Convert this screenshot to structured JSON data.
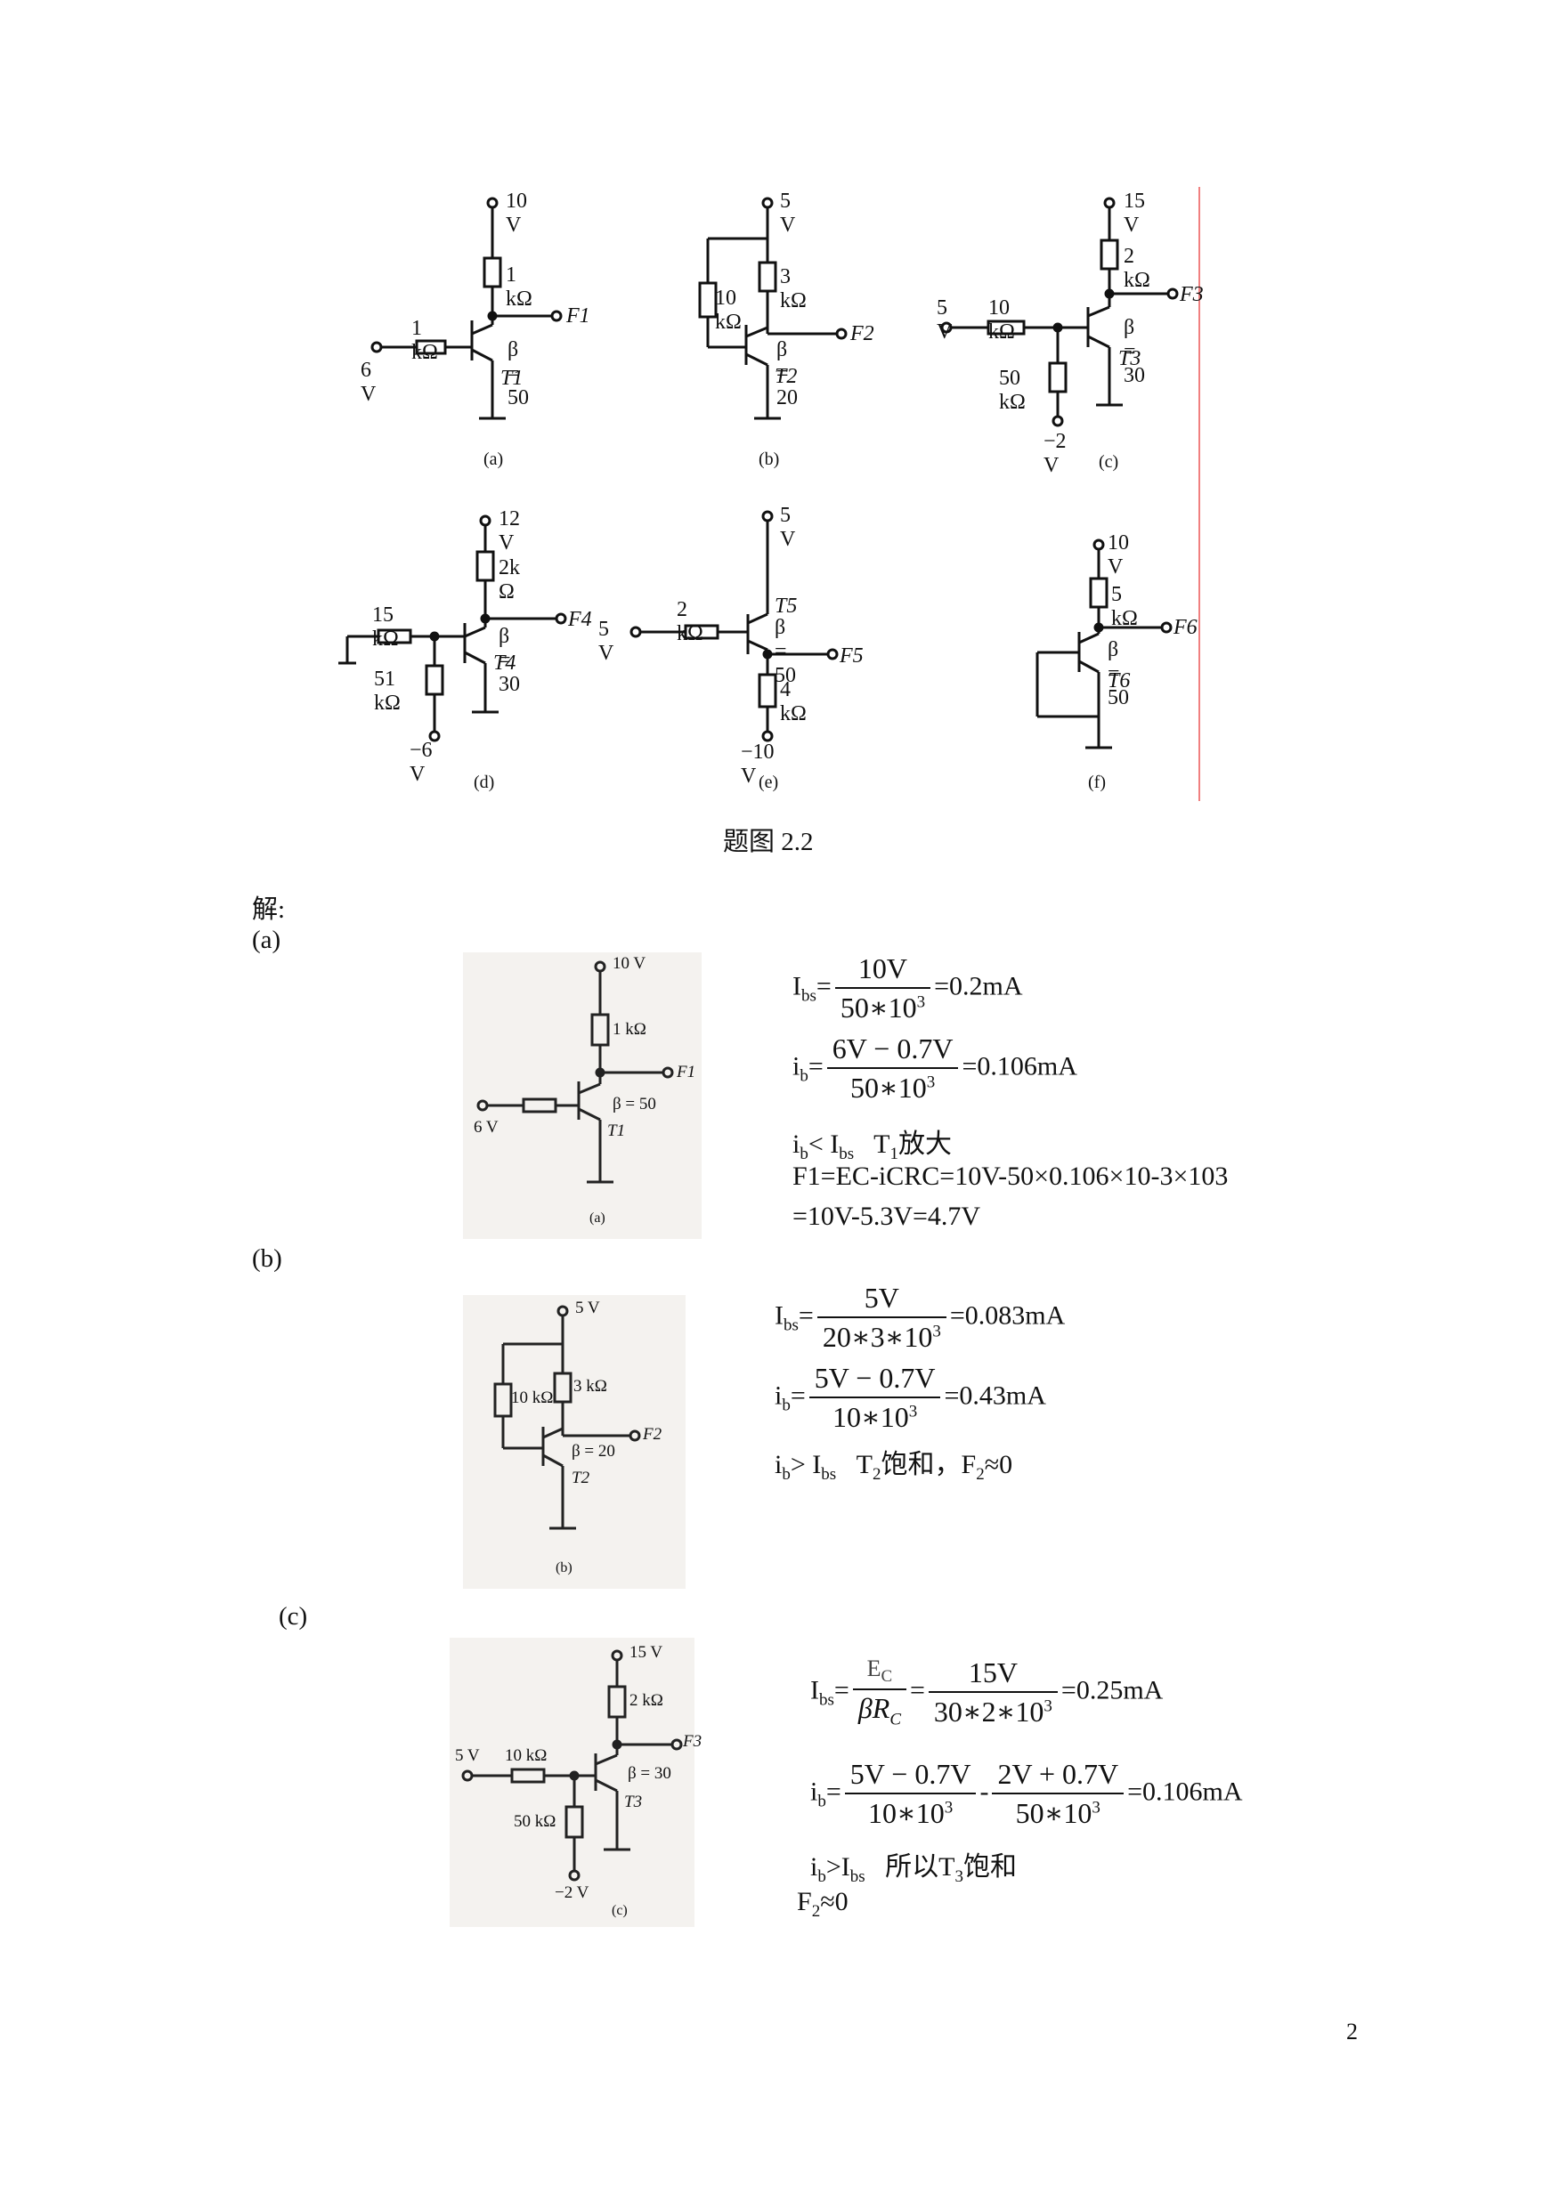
{
  "figure_title": "题图 2.2",
  "solution_label": "解:",
  "page_number": "2",
  "circuits": {
    "a": {
      "label": "(a)",
      "vcc": "10 V",
      "rc": "1 kΩ",
      "rb": "1 kΩ",
      "vin": "6 V",
      "beta": "β = 50",
      "transistor": "T1",
      "out": "F1"
    },
    "b": {
      "label": "(b)",
      "vcc": "5 V",
      "rc": "3 kΩ",
      "rb": "10 kΩ",
      "beta": "β = 20",
      "transistor": "T2",
      "out": "F2"
    },
    "c": {
      "label": "(c)",
      "vcc": "15 V",
      "rc": "2 kΩ",
      "rb": "10 kΩ",
      "vin": "5 V",
      "r2": "50 kΩ",
      "vneg": "−2 V",
      "beta": "β = 30",
      "transistor": "T3",
      "out": "F3"
    },
    "d": {
      "label": "(d)",
      "vcc": "12 V",
      "rc": "2k Ω",
      "rb": "15 kΩ",
      "r2": "51 kΩ",
      "vneg": "−6 V",
      "beta": "β = 30",
      "transistor": "T4",
      "out": "F4"
    },
    "e": {
      "label": "(e)",
      "vcc": "5 V",
      "rb": "2 kΩ",
      "vin": "5 V",
      "re": "4 kΩ",
      "vneg": "−10 V",
      "beta": "β = 50",
      "transistor": "T5",
      "out": "F5"
    },
    "f": {
      "label": "(f)",
      "vcc": "10 V",
      "rc": "5 kΩ",
      "beta": "β = 50",
      "transistor": "T6",
      "out": "F6"
    }
  },
  "parts": [
    {
      "label": "(a)"
    },
    {
      "label": "(b)"
    },
    {
      "label": "(c)"
    }
  ],
  "eq_a": {
    "l1_pre": "I",
    "l1_sub": "bs",
    "l1_num": "10V",
    "l1_den": "50∗10",
    "l1_exp": "3",
    "l1_res": "=0.2mA",
    "l2_pre": "i",
    "l2_sub": "b",
    "l2_num": "6V − 0.7V",
    "l2_den": "50∗10",
    "l2_exp": "3",
    "l2_res": "=0.106mA",
    "l3": "i",
    "l3_sub": "b",
    "l3_mid": "< I",
    "l3_sub2": "bs",
    "l3_end": "   T",
    "l3_sub3": "1",
    "l3_tail": "放大",
    "l4": "F1=EC-iCRC=10V-50×0.106×10-3×103",
    "l5": "=10V-5.3V=4.7V"
  },
  "eq_b": {
    "l1_num": "5V",
    "l1_den": "20∗3∗10",
    "l1_exp": "3",
    "l1_res": "=0.083mA",
    "l2_num": "5V − 0.7V",
    "l2_den": "10∗10",
    "l2_exp": "3",
    "l2_res": "=0.43mA",
    "l3": "> I",
    "l3_tail": "饱和，F",
    "l3_end": "≈0"
  },
  "eq_c": {
    "l1_num1": "E",
    "l1_den1": "βR",
    "l1_num2": "15V",
    "l1_den2": "30∗2∗10",
    "l1_exp": "3",
    "l1_res": "=0.25mA",
    "l2_num1": "5V − 0.7V",
    "l2_den1": "10∗10",
    "l2_num2": "2V + 0.7V",
    "l2_den2": "50∗10",
    "l2_exp": "3",
    "l2_res": "=0.106mA",
    "l3": ">I",
    "l3_tail": "   所以T",
    "l3_end": "饱和",
    "l4": "F",
    "l4_end": "≈0"
  }
}
